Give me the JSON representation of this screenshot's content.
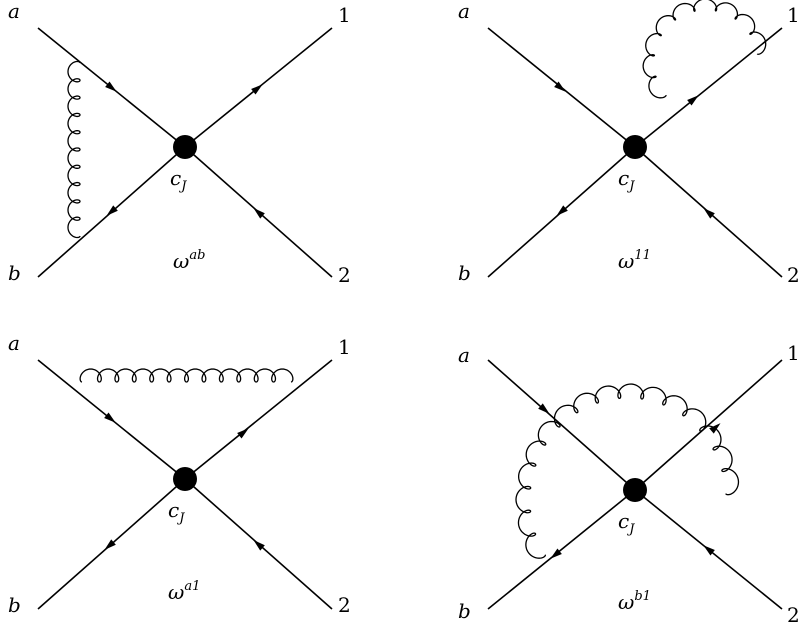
{
  "diagrams": [
    {
      "id": "ab",
      "labels": {
        "top_left": "a",
        "bottom_left": "b",
        "top_right": "1",
        "bottom_right": "2"
      },
      "vertex_label": {
        "base": "c",
        "sub": "J"
      },
      "caption": {
        "base": "ω",
        "sup": "ab"
      }
    },
    {
      "id": "11",
      "labels": {
        "top_left": "a",
        "bottom_left": "b",
        "top_right": "1",
        "bottom_right": "2"
      },
      "vertex_label": {
        "base": "c",
        "sub": "J"
      },
      "caption": {
        "base": "ω",
        "sup": "11"
      }
    },
    {
      "id": "a1",
      "labels": {
        "top_left": "a",
        "bottom_left": "b",
        "top_right": "1",
        "bottom_right": "2"
      },
      "vertex_label": {
        "base": "c",
        "sub": "J"
      },
      "caption": {
        "base": "ω",
        "sup": "a1"
      }
    },
    {
      "id": "b1",
      "labels": {
        "top_left": "a",
        "bottom_left": "b",
        "top_right": "1",
        "bottom_right": "2"
      },
      "vertex_label": {
        "base": "c",
        "sub": "J"
      },
      "caption": {
        "base": "ω",
        "sup": "b1"
      }
    }
  ]
}
